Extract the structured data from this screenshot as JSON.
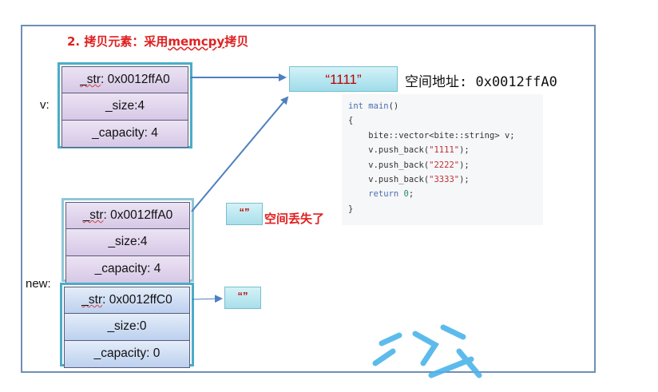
{
  "title_prefix": "2. 拷贝元素：采用",
  "title_em": "memcpy",
  "title_suffix": "拷贝",
  "v_label": "v:",
  "new_label": "new:",
  "v_obj": {
    "str_key": "_str",
    "str_val": ": 0x0012ffA0",
    "size": "_size:4",
    "capacity": "_capacity: 4"
  },
  "copy_obj": {
    "str_key": "_str",
    "str_val": ": 0x0012ffA0",
    "size": "_size:4",
    "capacity": "_capacity: 4"
  },
  "new_obj": {
    "str_key": "_str",
    "str_val": ": 0x0012ffC0",
    "size": "_size:0",
    "capacity": "_capacity: 0"
  },
  "string_box": "“1111”",
  "addr_text": "空间地址: 0x0012ffA0",
  "empty_box": "“”",
  "lost_text": "空间丢失了",
  "code": {
    "l1a": "int ",
    "l1b": "main",
    "l1c": "()",
    "l2": "{",
    "l3": "    bite::vector<bite::string> v;",
    "l4a": "    v.push_back(",
    "l4b": "\"1111\"",
    "l4c": ");",
    "l5a": "    v.push_back(",
    "l5b": "\"2222\"",
    "l5c": ");",
    "l6a": "    v.push_back(",
    "l6b": "\"3333\"",
    "l6c": ");",
    "l7a": "    return ",
    "l7b": "0",
    "l7c": ";",
    "l8": "}"
  },
  "colors": {
    "frame": "#6d8fb8",
    "group_border": "#4bacc6",
    "arrow": "#4f7fbf",
    "title_red": "#e02020"
  }
}
